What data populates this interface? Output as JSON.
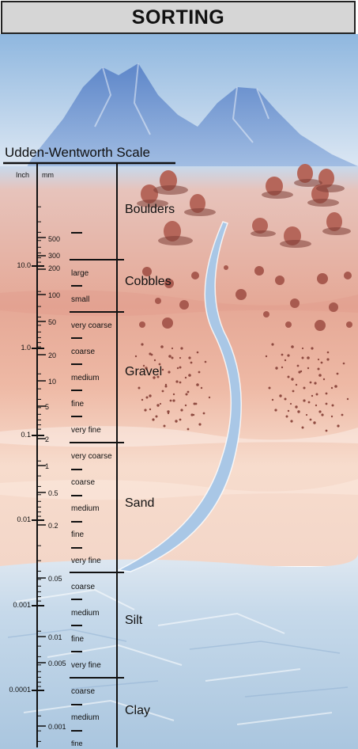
{
  "title": "SORTING",
  "scale_title": "Udden-Wentworth Scale",
  "columns": {
    "inch": "Inch",
    "mm": "mm"
  },
  "inch_labels": [
    "10.0",
    "1.0",
    "0.1",
    "0.01",
    "0.001",
    "0.0001"
  ],
  "mm_labels": [
    "500",
    "300",
    "200",
    "100",
    "50",
    "20",
    "10",
    "5",
    "2",
    "1",
    "0.5",
    "0.2",
    "0.05",
    "0.01",
    "0.005",
    "0.001"
  ],
  "classes": [
    "Boulders",
    "Cobbles",
    "Gravel",
    "Sand",
    "Silt",
    "Clay"
  ],
  "subclasses": {
    "cobbles": [
      "large",
      "small"
    ],
    "gravel": [
      "very coarse",
      "coarse",
      "medium",
      "fine",
      "very fine"
    ],
    "sand": [
      "very coarse",
      "coarse",
      "medium",
      "fine",
      "very fine"
    ],
    "silt": [
      "coarse",
      "medium",
      "fine",
      "very fine"
    ],
    "clay": [
      "coarse",
      "medium",
      "fine"
    ]
  },
  "colors": {
    "sky": "#b8d3ec",
    "mountain": "#7fa2d6",
    "upper_ground": "#e9b7a6",
    "sand_ground": "#f6dccd",
    "water": "#c9dcec",
    "stream": "#a9c7e6",
    "rock": "#b5665a"
  }
}
